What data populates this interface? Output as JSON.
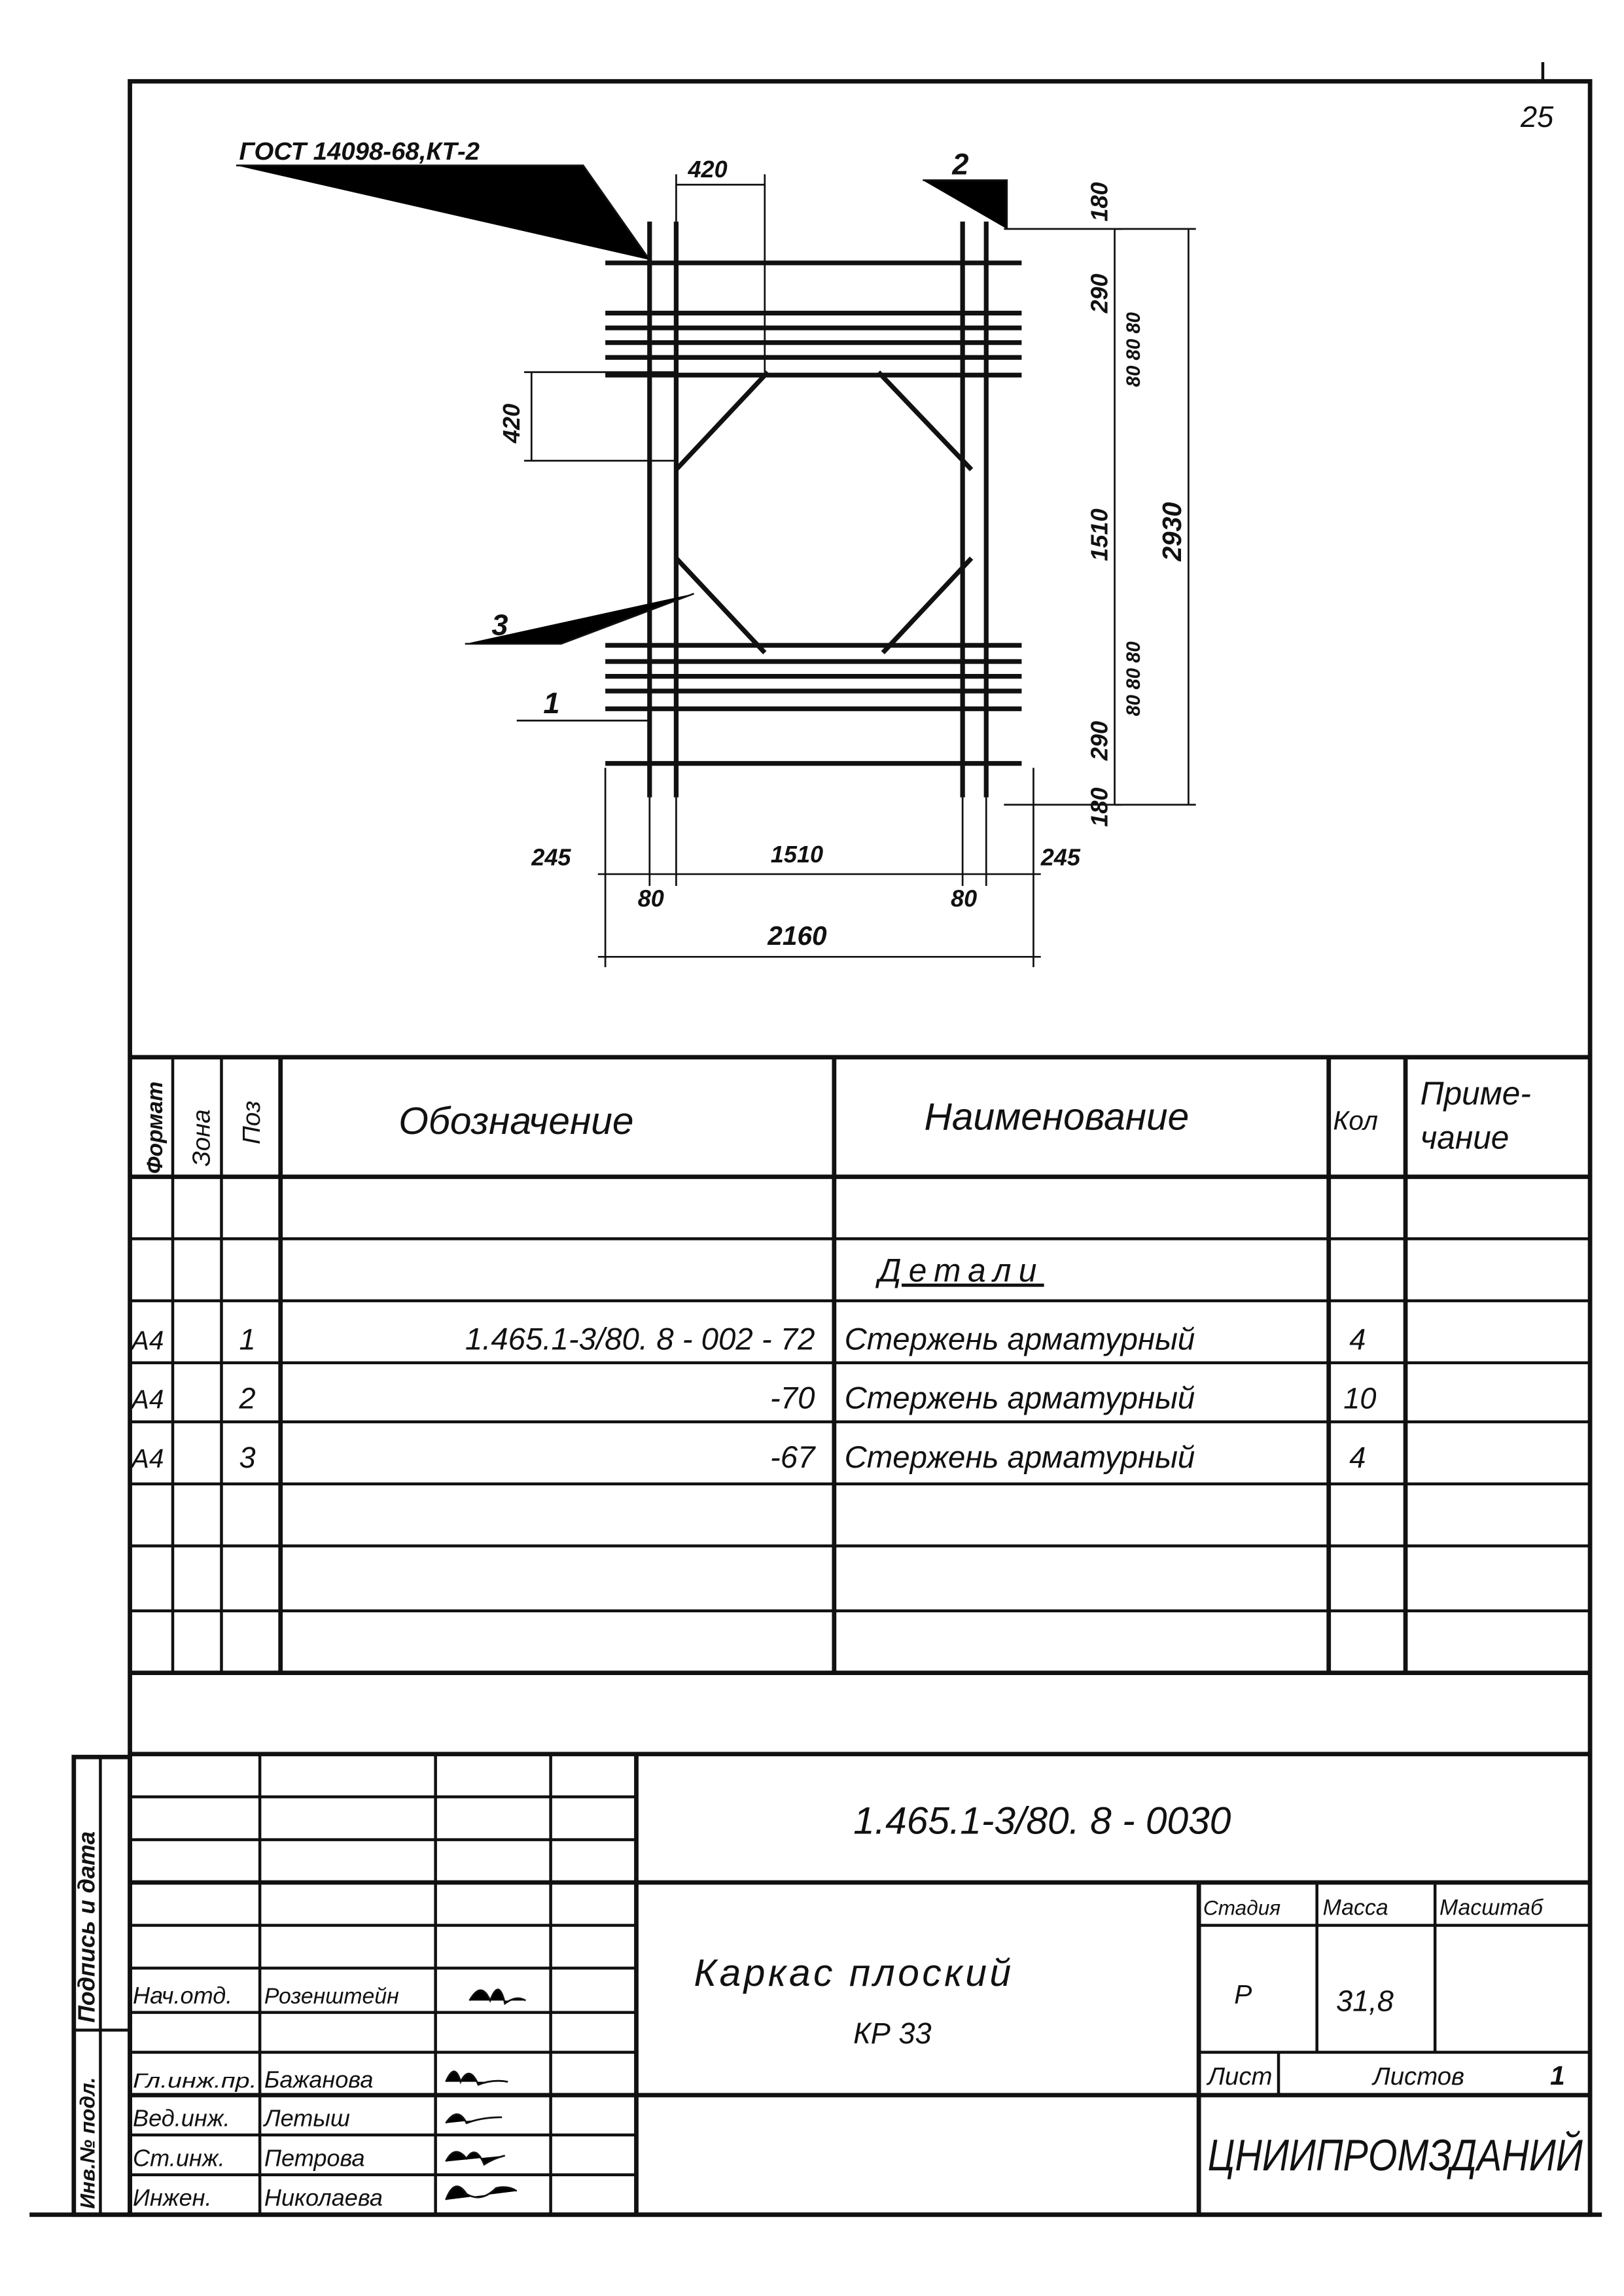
{
  "page_number": "25",
  "drawing": {
    "gost_label": "ГОСТ 14098-68,КТ-2",
    "pos_labels": [
      "1",
      "2",
      "3"
    ],
    "dims": {
      "top_420": "420",
      "left_420": "420",
      "right_180_top": "180",
      "right_290_top": "290",
      "right_80s_top": "80 80 80",
      "right_1510": "1510",
      "right_80s_bottom": "80 80 80",
      "right_290_bottom": "290",
      "right_180_bottom": "180",
      "overall_height": "2930",
      "bottom_245_left": "245",
      "bottom_1510": "1510",
      "bottom_245_right": "245",
      "bottom_80_left": "80",
      "bottom_80_right": "80",
      "overall_width": "2160"
    }
  },
  "spec_table": {
    "headers": {
      "format": "Формат",
      "zone": "Зона",
      "pos": "Поз",
      "designation": "Обозначение",
      "name": "Наименование",
      "qty": "Кол",
      "note_1": "Приме-",
      "note_2": "чание"
    },
    "section_title": "Детали",
    "rows": [
      {
        "format": "А4",
        "pos": "1",
        "designation": "1.465.1-3/80. 8 - 002 - 72",
        "name": "Стержень арматурный",
        "qty": "4"
      },
      {
        "format": "А4",
        "pos": "2",
        "designation": "-70",
        "name": "Стержень арматурный",
        "qty": "10"
      },
      {
        "format": "А4",
        "pos": "3",
        "designation": "-67",
        "name": "Стержень арматурный",
        "qty": "4"
      }
    ]
  },
  "side_stamp": {
    "inv_label": "Инв.№ подл.",
    "sign_label": "Подпись и дата"
  },
  "title_block": {
    "document_code": "1.465.1-3/80. 8 - 0030",
    "title_line1": "Каркас плоский",
    "title_line2": "КР 33",
    "stage_label": "Стадия",
    "mass_label": "Масса",
    "scale_label": "Масштаб",
    "stage_value": "Р",
    "mass_value": "31,8",
    "sheet_label": "Лист",
    "sheets_label": "Листов",
    "sheets_value": "1",
    "organization": "ЦНИИПРОМЗДАНИЙ",
    "signatures": [
      {
        "role": "Нач.отд.",
        "name": "Розенштейн"
      },
      {
        "role": "Гл.инж.пр.",
        "name": "Бажанова"
      },
      {
        "role": "Вед.инж.",
        "name": "Летыш"
      },
      {
        "role": "Ст.инж.",
        "name": "Петрова"
      },
      {
        "role": "Инжен.",
        "name": "Николаева"
      }
    ]
  }
}
